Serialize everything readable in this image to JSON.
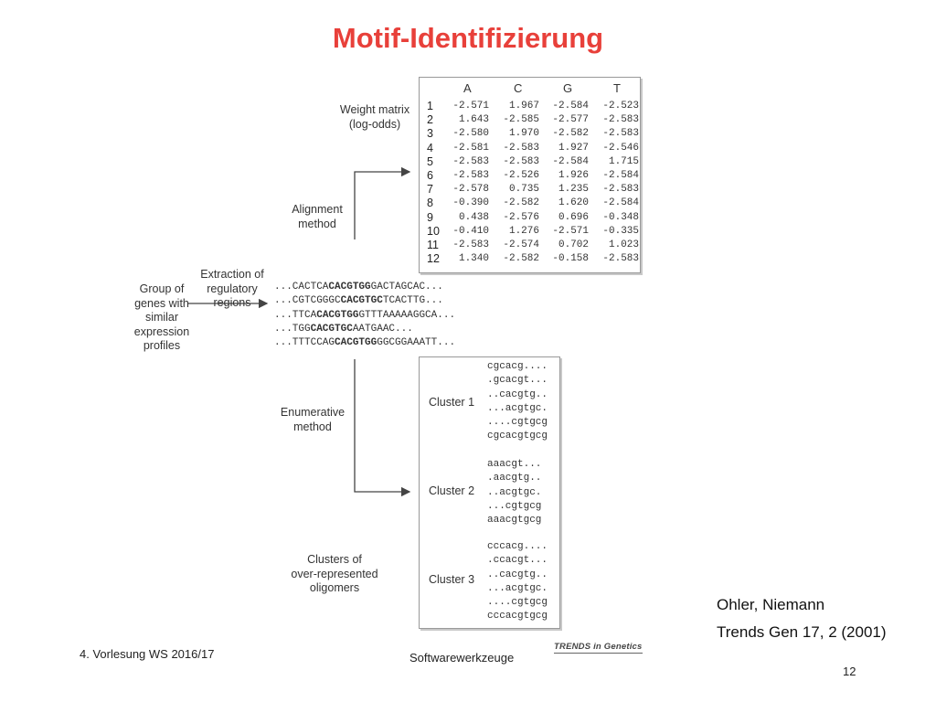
{
  "title": "Motif-Identifizierung",
  "labels": {
    "weight_matrix": [
      "Weight matrix",
      "(log-odds)"
    ],
    "alignment_method": [
      "Alignment",
      "method"
    ],
    "extraction": [
      "Extraction of",
      "regulatory",
      "regions"
    ],
    "group": [
      "Group of",
      "genes with",
      "similar",
      "expression",
      "profiles"
    ],
    "enumerative": [
      "Enumerative",
      "method"
    ],
    "clusters_over": [
      "Clusters of",
      "over-represented",
      "oligomers"
    ]
  },
  "weight_matrix": {
    "columns": [
      "A",
      "C",
      "G",
      "T"
    ],
    "rows": [
      {
        "n": "1",
        "v": [
          "-2.571",
          "1.967",
          "-2.584",
          "-2.523"
        ]
      },
      {
        "n": "2",
        "v": [
          "1.643",
          "-2.585",
          "-2.577",
          "-2.583"
        ]
      },
      {
        "n": "3",
        "v": [
          "-2.580",
          "1.970",
          "-2.582",
          "-2.583"
        ]
      },
      {
        "n": "4",
        "v": [
          "-2.581",
          "-2.583",
          "1.927",
          "-2.546"
        ]
      },
      {
        "n": "5",
        "v": [
          "-2.583",
          "-2.583",
          "-2.584",
          "1.715"
        ]
      },
      {
        "n": "6",
        "v": [
          "-2.583",
          "-2.526",
          "1.926",
          "-2.584"
        ]
      },
      {
        "n": "7",
        "v": [
          "-2.578",
          "0.735",
          "1.235",
          "-2.583"
        ]
      },
      {
        "n": "8",
        "v": [
          "-0.390",
          "-2.582",
          "1.620",
          "-2.584"
        ]
      },
      {
        "n": "9",
        "v": [
          "0.438",
          "-2.576",
          "0.696",
          "-0.348"
        ]
      },
      {
        "n": "10",
        "v": [
          "-0.410",
          "1.276",
          "-2.571",
          "-0.335"
        ]
      },
      {
        "n": "11",
        "v": [
          "-2.583",
          "-2.574",
          "0.702",
          "1.023"
        ]
      },
      {
        "n": "12",
        "v": [
          "1.340",
          "-2.582",
          "-0.158",
          "-2.583"
        ]
      }
    ]
  },
  "sequences": [
    {
      "pre": "...CACTCA",
      "motif": "CACGTGG",
      "post": "GACTAGCAC..."
    },
    {
      "pre": "...CGTCGGGC",
      "motif": "CACGTGC",
      "post": "TCACTTG..."
    },
    {
      "pre": "...TTCA",
      "motif": "CACGTGG",
      "post": "GTTTAAAAAGGCA..."
    },
    {
      "pre": "...TGG",
      "motif": "CACGTGC",
      "post": "AATGAAC..."
    },
    {
      "pre": "...TTTCCAG",
      "motif": "CACGTGG",
      "post": "GGCGGAAATT..."
    }
  ],
  "clusters": [
    {
      "label": "Cluster 1",
      "seqs": [
        "cgcacg....",
        ".gcacgt...",
        "..cacgtg..",
        "...acgtgc.",
        "....cgtgcg",
        "cgcacgtgcg"
      ]
    },
    {
      "label": "Cluster 2",
      "seqs": [
        "aaacgt...",
        ".aacgtg..",
        "..acgtgc.",
        "...cgtgcg",
        "aaacgtgcg"
      ]
    },
    {
      "label": "Cluster 3",
      "seqs": [
        "cccacg....",
        ".ccacgt...",
        "..cacgtg..",
        "...acgtgc.",
        "....cgtgcg",
        "cccacgtgcg"
      ]
    }
  ],
  "citation": {
    "authors": "Ohler, Niemann",
    "journal": "Trends Gen 17, 2 (2001)"
  },
  "source_mark": "TRENDS in Genetics",
  "footer": {
    "left": "4. Vorlesung WS 2016/17",
    "center": "Softwarewerkzeuge",
    "page": "12"
  }
}
